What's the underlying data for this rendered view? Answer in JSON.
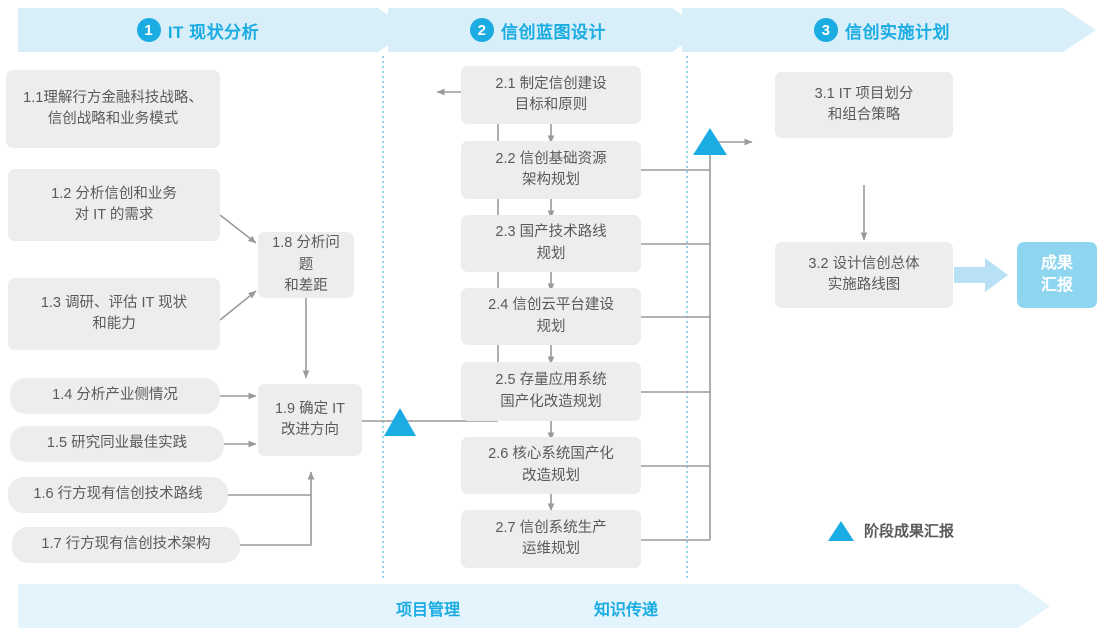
{
  "colors": {
    "accent": "#1aace3",
    "header_band": "#d8eef9",
    "lane_band": "#e4f4fc",
    "box_fill": "#ededed",
    "box_text": "#5a5a5a",
    "result_fill": "#8ed6f0",
    "result_arrow": "#b8e1f5",
    "connector": "#9a9a9a",
    "divider_dotted": "#7ec8ea"
  },
  "header": {
    "phases": [
      {
        "number": "1",
        "label": "IT 现状分析"
      },
      {
        "number": "2",
        "label": "信创蓝图设计"
      },
      {
        "number": "3",
        "label": "信创实施计划"
      }
    ]
  },
  "phase1": {
    "tasks": [
      {
        "id": "1.1",
        "label": "1.1理解行方金融科技战略、\n信创战略和业务模式"
      },
      {
        "id": "1.2",
        "label": "1.2 分析信创和业务\n对 IT 的需求"
      },
      {
        "id": "1.3",
        "label": "1.3 调研、评估 IT 现状\n和能力"
      },
      {
        "id": "1.4",
        "label": "1.4 分析产业侧情况"
      },
      {
        "id": "1.5",
        "label": "1.5 研究同业最佳实践"
      },
      {
        "id": "1.6",
        "label": "1.6 行方现有信创技术路线"
      },
      {
        "id": "1.7",
        "label": "1.7 行方现有信创技术架构"
      },
      {
        "id": "1.8",
        "label": "1.8 分析问题\n和差距"
      },
      {
        "id": "1.9",
        "label": "1.9 确定 IT\n改进方向"
      }
    ]
  },
  "phase2": {
    "tasks": [
      {
        "id": "2.1",
        "label": "2.1 制定信创建设\n目标和原则"
      },
      {
        "id": "2.2",
        "label": "2.2 信创基础资源\n架构规划"
      },
      {
        "id": "2.3",
        "label": "2.3 国产技术路线\n规划"
      },
      {
        "id": "2.4",
        "label": "2.4 信创云平台建设\n规划"
      },
      {
        "id": "2.5",
        "label": "2.5 存量应用系统\n国产化改造规划"
      },
      {
        "id": "2.6",
        "label": "2.6 核心系统国产化\n改造规划"
      },
      {
        "id": "2.7",
        "label": "2.7 信创系统生产\n运维规划"
      }
    ]
  },
  "phase3": {
    "tasks": [
      {
        "id": "3.1",
        "label": "3.1 IT 项目划分\n和组合策略"
      },
      {
        "id": "3.2",
        "label": "3.2 设计信创总体\n实施路线图"
      }
    ],
    "result": {
      "label": "成果\n汇报"
    }
  },
  "legend": {
    "milestone_label": "阶段成果汇报"
  },
  "lanes": {
    "items": [
      {
        "label": "项目管理"
      },
      {
        "label": "知识传递"
      }
    ]
  }
}
